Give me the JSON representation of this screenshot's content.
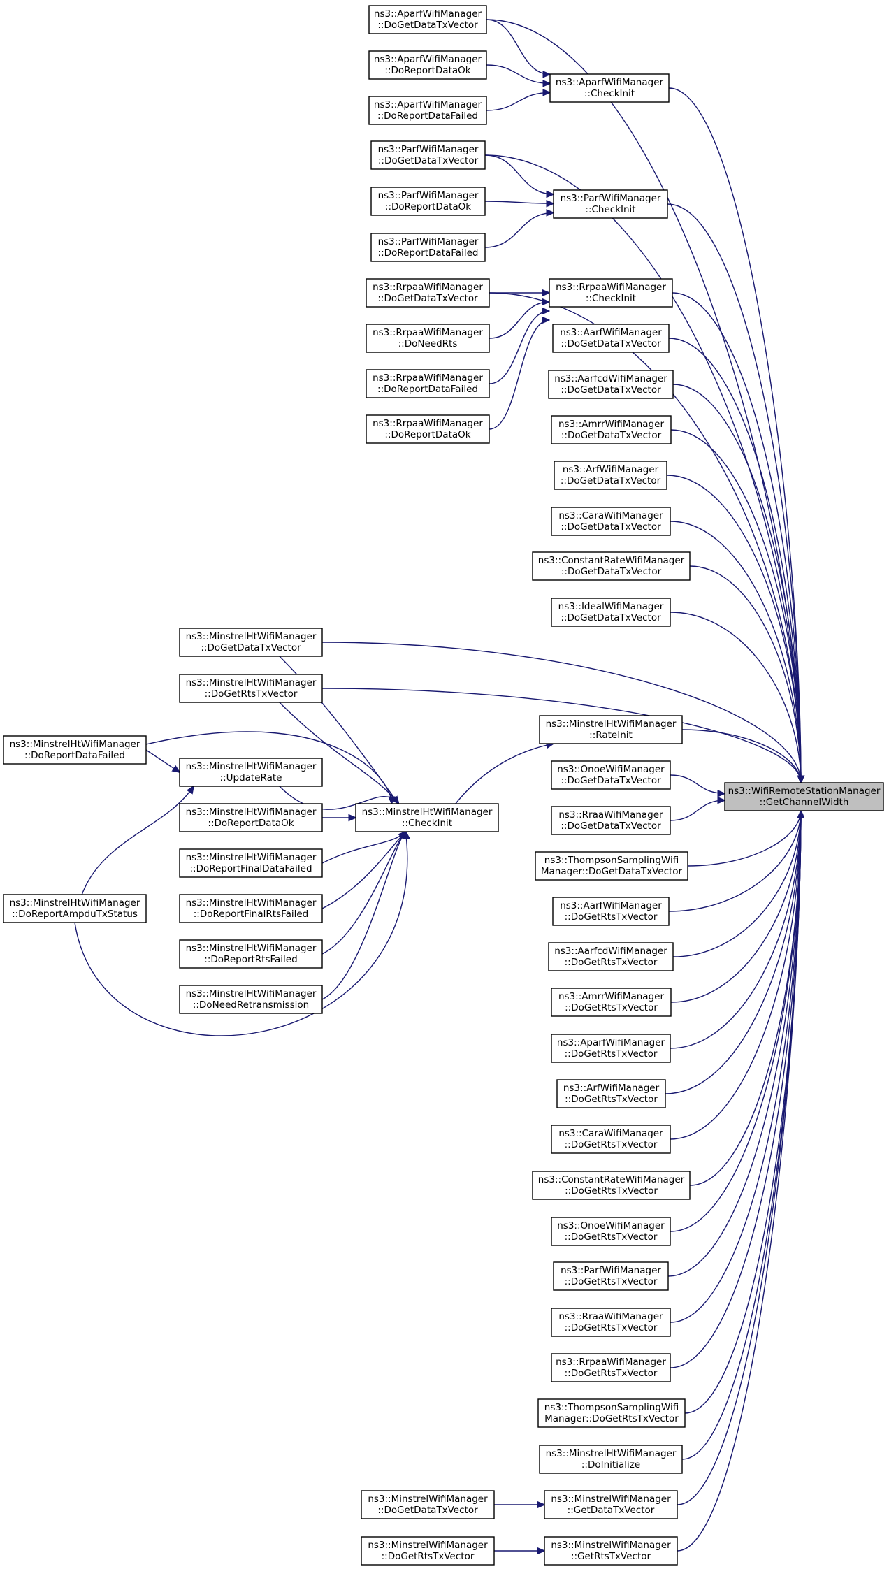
{
  "graph": {
    "edge_color": "#191970",
    "focus_fill": "#bfbfbf",
    "nodes": [
      {
        "id": "target",
        "label1": "ns3::WifiRemoteStationManager",
        "label2": "::GetChannelWidth",
        "focus": true
      },
      {
        "id": "aparf_txv",
        "label1": "ns3::AparfWifiManager",
        "label2": "::DoGetDataTxVector"
      },
      {
        "id": "aparf_ok",
        "label1": "ns3::AparfWifiManager",
        "label2": "::DoReportDataOk"
      },
      {
        "id": "aparf_failed",
        "label1": "ns3::AparfWifiManager",
        "label2": "::DoReportDataFailed"
      },
      {
        "id": "aparf_checkinit",
        "label1": "ns3::AparfWifiManager",
        "label2": "::CheckInit"
      },
      {
        "id": "parf_txv",
        "label1": "ns3::ParfWifiManager",
        "label2": "::DoGetDataTxVector"
      },
      {
        "id": "parf_ok",
        "label1": "ns3::ParfWifiManager",
        "label2": "::DoReportDataOk"
      },
      {
        "id": "parf_failed",
        "label1": "ns3::ParfWifiManager",
        "label2": "::DoReportDataFailed"
      },
      {
        "id": "parf_checkinit",
        "label1": "ns3::ParfWifiManager",
        "label2": "::CheckInit"
      },
      {
        "id": "rrpaa_txv",
        "label1": "ns3::RrpaaWifiManager",
        "label2": "::DoGetDataTxVector"
      },
      {
        "id": "rrpaa_needrts",
        "label1": "ns3::RrpaaWifiManager",
        "label2": "::DoNeedRts"
      },
      {
        "id": "rrpaa_failed",
        "label1": "ns3::RrpaaWifiManager",
        "label2": "::DoReportDataFailed"
      },
      {
        "id": "rrpaa_ok",
        "label1": "ns3::RrpaaWifiManager",
        "label2": "::DoReportDataOk"
      },
      {
        "id": "rrpaa_checkinit",
        "label1": "ns3::RrpaaWifiManager",
        "label2": "::CheckInit"
      },
      {
        "id": "aarf_txv",
        "label1": "ns3::AarfWifiManager",
        "label2": "::DoGetDataTxVector"
      },
      {
        "id": "aarfcd_txv",
        "label1": "ns3::AarfcdWifiManager",
        "label2": "::DoGetDataTxVector"
      },
      {
        "id": "amrr_txv",
        "label1": "ns3::AmrrWifiManager",
        "label2": "::DoGetDataTxVector"
      },
      {
        "id": "arf_txv",
        "label1": "ns3::ArfWifiManager",
        "label2": "::DoGetDataTxVector"
      },
      {
        "id": "cara_txv",
        "label1": "ns3::CaraWifiManager",
        "label2": "::DoGetDataTxVector"
      },
      {
        "id": "constant_txv",
        "label1": "ns3::ConstantRateWifiManager",
        "label2": "::DoGetDataTxVector"
      },
      {
        "id": "ideal_txv",
        "label1": "ns3::IdealWifiManager",
        "label2": "::DoGetDataTxVector"
      },
      {
        "id": "mht_txv",
        "label1": "ns3::MinstrelHtWifiManager",
        "label2": "::DoGetDataTxVector"
      },
      {
        "id": "mht_rtstxv",
        "label1": "ns3::MinstrelHtWifiManager",
        "label2": "::DoGetRtsTxVector"
      },
      {
        "id": "mht_reportfailed_l",
        "label1": "ns3::MinstrelHtWifiManager",
        "label2": "::DoReportDataFailed"
      },
      {
        "id": "mht_updaterate",
        "label1": "ns3::MinstrelHtWifiManager",
        "label2": "::UpdateRate"
      },
      {
        "id": "mht_reportok",
        "label1": "ns3::MinstrelHtWifiManager",
        "label2": "::DoReportDataOk"
      },
      {
        "id": "mht_finaldatafailed",
        "label1": "ns3::MinstrelHtWifiManager",
        "label2": "::DoReportFinalDataFailed"
      },
      {
        "id": "mht_finalrtsfailed",
        "label1": "ns3::MinstrelHtWifiManager",
        "label2": "::DoReportFinalRtsFailed"
      },
      {
        "id": "mht_rtsfailed",
        "label1": "ns3::MinstrelHtWifiManager",
        "label2": "::DoReportRtsFailed"
      },
      {
        "id": "mht_needretrans",
        "label1": "ns3::MinstrelHtWifiManager",
        "label2": "::DoNeedRetransmission"
      },
      {
        "id": "mht_ampdu",
        "label1": "ns3::MinstrelHtWifiManager",
        "label2": "::DoReportAmpduTxStatus"
      },
      {
        "id": "mht_checkinit",
        "label1": "ns3::MinstrelHtWifiManager",
        "label2": "::CheckInit"
      },
      {
        "id": "mht_rateinit",
        "label1": "ns3::MinstrelHtWifiManager",
        "label2": "::RateInit"
      },
      {
        "id": "onoe_txv",
        "label1": "ns3::OnoeWifiManager",
        "label2": "::DoGetDataTxVector"
      },
      {
        "id": "rraa_txv",
        "label1": "ns3::RraaWifiManager",
        "label2": "::DoGetDataTxVector"
      },
      {
        "id": "thompson_txv",
        "label1": "ns3::ThompsonSamplingWifi",
        "label2": "Manager::DoGetDataTxVector"
      },
      {
        "id": "aarf_rts",
        "label1": "ns3::AarfWifiManager",
        "label2": "::DoGetRtsTxVector"
      },
      {
        "id": "aarfcd_rts",
        "label1": "ns3::AarfcdWifiManager",
        "label2": "::DoGetRtsTxVector"
      },
      {
        "id": "amrr_rts",
        "label1": "ns3::AmrrWifiManager",
        "label2": "::DoGetRtsTxVector"
      },
      {
        "id": "aparf_rts",
        "label1": "ns3::AparfWifiManager",
        "label2": "::DoGetRtsTxVector"
      },
      {
        "id": "arf_rts",
        "label1": "ns3::ArfWifiManager",
        "label2": "::DoGetRtsTxVector"
      },
      {
        "id": "cara_rts",
        "label1": "ns3::CaraWifiManager",
        "label2": "::DoGetRtsTxVector"
      },
      {
        "id": "constant_rts",
        "label1": "ns3::ConstantRateWifiManager",
        "label2": "::DoGetRtsTxVector"
      },
      {
        "id": "onoe_rts",
        "label1": "ns3::OnoeWifiManager",
        "label2": "::DoGetRtsTxVector"
      },
      {
        "id": "parf_rts",
        "label1": "ns3::ParfWifiManager",
        "label2": "::DoGetRtsTxVector"
      },
      {
        "id": "rraa_rts",
        "label1": "ns3::RraaWifiManager",
        "label2": "::DoGetRtsTxVector"
      },
      {
        "id": "rrpaa_rts",
        "label1": "ns3::RrpaaWifiManager",
        "label2": "::DoGetRtsTxVector"
      },
      {
        "id": "thompson_rts",
        "label1": "ns3::ThompsonSamplingWifi",
        "label2": "Manager::DoGetRtsTxVector"
      },
      {
        "id": "mht_doinit",
        "label1": "ns3::MinstrelHtWifiManager",
        "label2": "::DoInitialize"
      },
      {
        "id": "minstrel_gettxv",
        "label1": "ns3::MinstrelWifiManager",
        "label2": "::GetDataTxVector"
      },
      {
        "id": "minstrel_dotxv",
        "label1": "ns3::MinstrelWifiManager",
        "label2": "::DoGetDataTxVector"
      },
      {
        "id": "minstrel_getrts",
        "label1": "ns3::MinstrelWifiManager",
        "label2": "::GetRtsTxVector"
      },
      {
        "id": "minstrel_dorts",
        "label1": "ns3::MinstrelWifiManager",
        "label2": "::DoGetRtsTxVector"
      }
    ],
    "edges": [
      [
        "aparf_txv",
        "aparf_checkinit"
      ],
      [
        "aparf_ok",
        "aparf_checkinit"
      ],
      [
        "aparf_failed",
        "aparf_checkinit"
      ],
      [
        "aparf_txv",
        "target"
      ],
      [
        "aparf_checkinit",
        "target"
      ],
      [
        "parf_txv",
        "parf_checkinit"
      ],
      [
        "parf_ok",
        "parf_checkinit"
      ],
      [
        "parf_failed",
        "parf_checkinit"
      ],
      [
        "parf_txv",
        "target"
      ],
      [
        "parf_checkinit",
        "target"
      ],
      [
        "rrpaa_txv",
        "rrpaa_checkinit"
      ],
      [
        "rrpaa_needrts",
        "rrpaa_checkinit"
      ],
      [
        "rrpaa_failed",
        "rrpaa_checkinit"
      ],
      [
        "rrpaa_ok",
        "rrpaa_checkinit"
      ],
      [
        "rrpaa_txv",
        "target"
      ],
      [
        "rrpaa_checkinit",
        "target"
      ],
      [
        "aarf_txv",
        "target"
      ],
      [
        "aarfcd_txv",
        "target"
      ],
      [
        "amrr_txv",
        "target"
      ],
      [
        "arf_txv",
        "target"
      ],
      [
        "cara_txv",
        "target"
      ],
      [
        "constant_txv",
        "target"
      ],
      [
        "ideal_txv",
        "target"
      ],
      [
        "mht_txv",
        "target"
      ],
      [
        "mht_rtstxv",
        "target"
      ],
      [
        "mht_txv",
        "mht_checkinit"
      ],
      [
        "mht_rtstxv",
        "mht_checkinit"
      ],
      [
        "mht_reportfailed_l",
        "mht_checkinit"
      ],
      [
        "mht_reportfailed_l",
        "mht_updaterate"
      ],
      [
        "mht_ampdu",
        "mht_updaterate"
      ],
      [
        "mht_ampdu",
        "mht_checkinit"
      ],
      [
        "mht_updaterate",
        "mht_checkinit"
      ],
      [
        "mht_reportok",
        "mht_checkinit"
      ],
      [
        "mht_finaldatafailed",
        "mht_checkinit"
      ],
      [
        "mht_finalrtsfailed",
        "mht_checkinit"
      ],
      [
        "mht_rtsfailed",
        "mht_checkinit"
      ],
      [
        "mht_needretrans",
        "mht_checkinit"
      ],
      [
        "mht_checkinit",
        "mht_rateinit"
      ],
      [
        "mht_rateinit",
        "target"
      ],
      [
        "onoe_txv",
        "target"
      ],
      [
        "rraa_txv",
        "target"
      ],
      [
        "thompson_txv",
        "target"
      ],
      [
        "aarf_rts",
        "target"
      ],
      [
        "aarfcd_rts",
        "target"
      ],
      [
        "amrr_rts",
        "target"
      ],
      [
        "aparf_rts",
        "target"
      ],
      [
        "arf_rts",
        "target"
      ],
      [
        "cara_rts",
        "target"
      ],
      [
        "constant_rts",
        "target"
      ],
      [
        "onoe_rts",
        "target"
      ],
      [
        "parf_rts",
        "target"
      ],
      [
        "rraa_rts",
        "target"
      ],
      [
        "rrpaa_rts",
        "target"
      ],
      [
        "thompson_rts",
        "target"
      ],
      [
        "mht_doinit",
        "target"
      ],
      [
        "minstrel_dotxv",
        "minstrel_gettxv"
      ],
      [
        "minstrel_gettxv",
        "target"
      ],
      [
        "minstrel_dorts",
        "minstrel_getrts"
      ],
      [
        "minstrel_getrts",
        "target"
      ]
    ]
  }
}
